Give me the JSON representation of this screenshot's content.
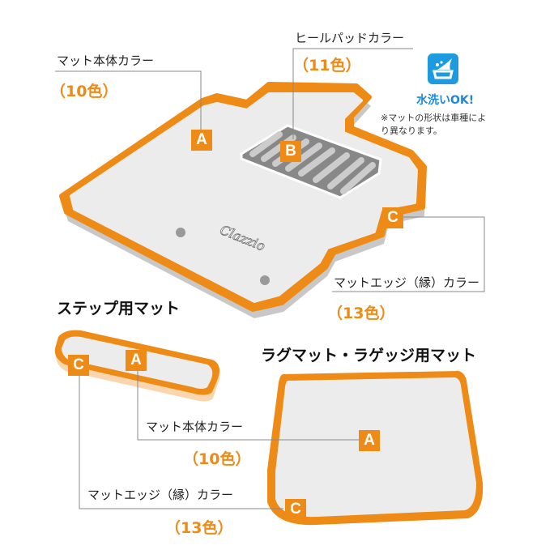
{
  "floor_mat": {
    "body_label": "マット本体カラー",
    "body_count": "（10色）",
    "heel_label": "ヒールパッドカラー",
    "heel_count": "（11色）",
    "edge_label": "マットエッジ（縁）カラー",
    "edge_count": "（13色）",
    "logo": "Clazzio"
  },
  "markers": {
    "a": "A",
    "b": "B",
    "c": "C"
  },
  "washable": {
    "label": "水洗いOK!",
    "note": "※マットの形状は車種により異なります。"
  },
  "step_mat": {
    "title": "ステップ用マット"
  },
  "luggage_mat": {
    "title": "ラグマット・ラゲッジ用マット",
    "body_label": "マット本体カラー",
    "body_count": "（10色）",
    "edge_label": "マットエッジ（縁）カラー",
    "edge_count": "（13色）"
  },
  "colors": {
    "accent": "#ee8a16",
    "mat": "#ececec",
    "wash": "#1e9be0"
  }
}
